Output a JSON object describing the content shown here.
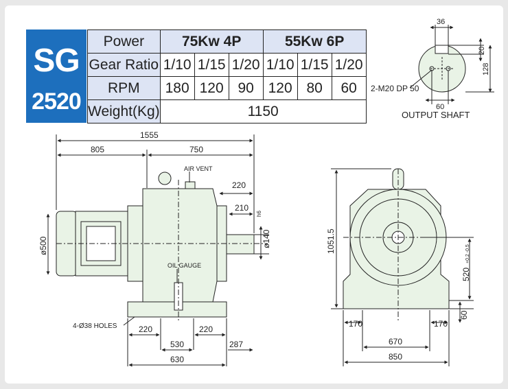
{
  "model": {
    "line1": "SG",
    "line2": "2520"
  },
  "table": {
    "row_labels": {
      "power": "Power",
      "gear_ratio": "Gear Ratio",
      "rpm": "RPM",
      "weight": "Weight(Kg)"
    },
    "groups": [
      "75Kw  4P",
      "55Kw  6P"
    ],
    "ratios": [
      "1/10",
      "1/15",
      "1/20",
      "1/10",
      "1/15",
      "1/20"
    ],
    "rpm": [
      "180",
      "120",
      "90",
      "120",
      "80",
      "60"
    ],
    "weight": "1150"
  },
  "shaft": {
    "dim_top": "36",
    "dim_key_depth": "20",
    "dim_height": "128",
    "dim_bottom": "60",
    "note": "2-M20 DP 50",
    "caption": "OUTPUT  SHAFT"
  },
  "side_view": {
    "overall_length": "1555",
    "motor_length": "805",
    "reducer_length": "750",
    "air_vent": "AIR VENT",
    "shaft_ext": "220",
    "shaft_len": "210",
    "shaft_dia": "ø140",
    "shaft_tol": "h6",
    "motor_dia": "ø500",
    "oil_gauge": "OIL GAUGE",
    "holes": "4-Ø38 HOLES",
    "foot_left": "220",
    "foot_right": "220",
    "foot_span": "530",
    "foot_offset": "287",
    "base_length": "630"
  },
  "front_view": {
    "height": "1051.5",
    "center_height": "520",
    "center_tol": "+0.2 -0.5",
    "base_height": "60",
    "foot_left": "170",
    "foot_right": "170",
    "hole_span": "670",
    "base_width": "850"
  },
  "colors": {
    "accent": "#1d6fbd",
    "table_header": "#dde4f4",
    "body_fill": "#e9f3e6",
    "line": "#222222"
  }
}
